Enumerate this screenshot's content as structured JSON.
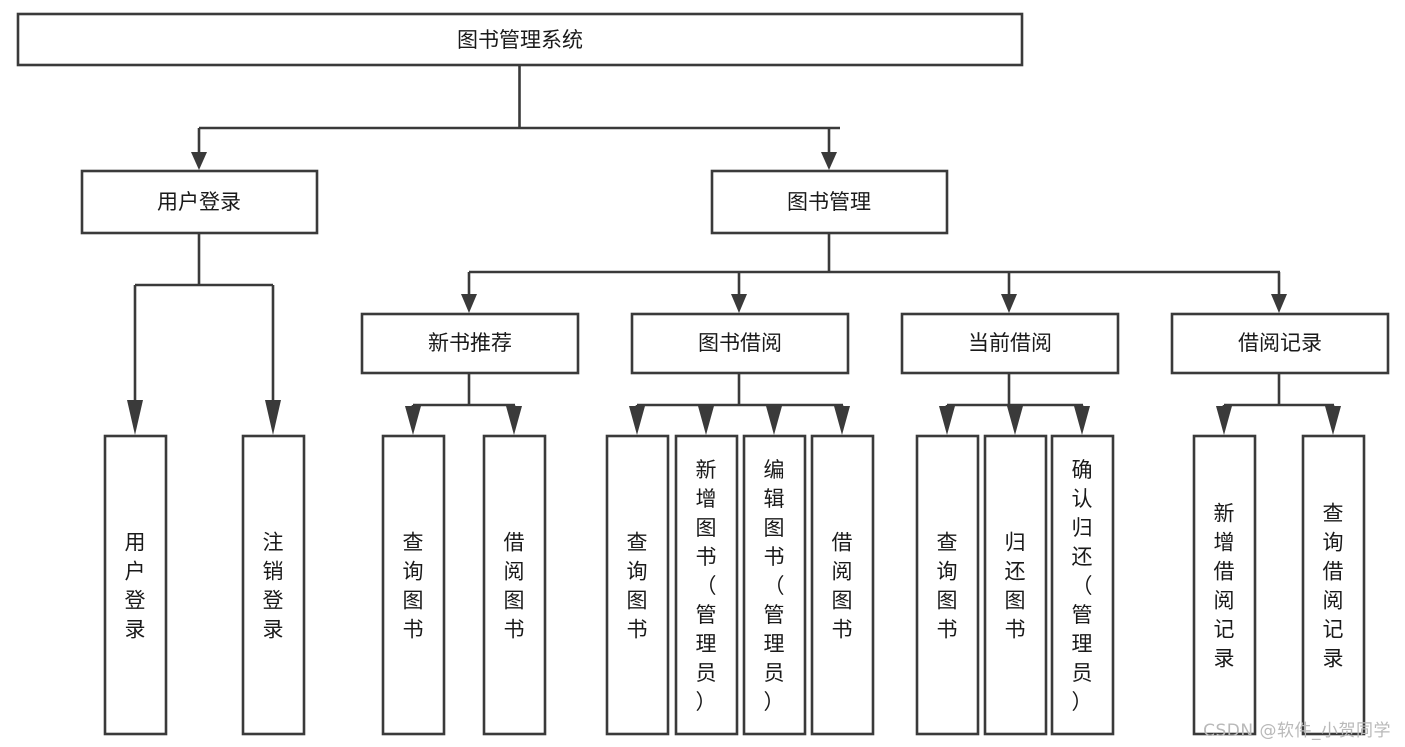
{
  "diagram": {
    "title": "图书管理系统",
    "type": "hierarchy-tree",
    "colors": {
      "stroke": "#3a3a3a",
      "box_fill": "#ffffff",
      "text": "#1a1a1a",
      "background": "#ffffff",
      "watermark": "#b9b9b9"
    },
    "levels": {
      "root": "图书管理系统",
      "level2": [
        "用户登录",
        "图书管理"
      ],
      "level3": [
        "新书推荐",
        "图书借阅",
        "当前借阅",
        "借阅记录"
      ]
    },
    "nodes": {
      "root": {
        "label": "图书管理系统",
        "orientation": "horizontal"
      },
      "user_login": {
        "label": "用户登录",
        "orientation": "horizontal"
      },
      "book_manage": {
        "label": "图书管理",
        "orientation": "horizontal"
      },
      "new_book_rec": {
        "label": "新书推荐",
        "orientation": "horizontal"
      },
      "book_borrow": {
        "label": "图书借阅",
        "orientation": "horizontal"
      },
      "current_borrow": {
        "label": "当前借阅",
        "orientation": "horizontal"
      },
      "borrow_record": {
        "label": "借阅记录",
        "orientation": "horizontal"
      },
      "leaf_1": {
        "label": "用户登录",
        "orientation": "vertical"
      },
      "leaf_2": {
        "label": "注销登录",
        "orientation": "vertical"
      },
      "leaf_3": {
        "label": "查询图书",
        "orientation": "vertical"
      },
      "leaf_4": {
        "label": "借阅图书",
        "orientation": "vertical"
      },
      "leaf_5": {
        "label": "查询图书",
        "orientation": "vertical"
      },
      "leaf_6": {
        "label": "新增图书（管理员）",
        "orientation": "vertical"
      },
      "leaf_7": {
        "label": "编辑图书（管理员）",
        "orientation": "vertical"
      },
      "leaf_8": {
        "label": "借阅图书",
        "orientation": "vertical"
      },
      "leaf_9": {
        "label": "查询图书",
        "orientation": "vertical"
      },
      "leaf_10": {
        "label": "归还图书",
        "orientation": "vertical"
      },
      "leaf_11": {
        "label": "确认归还（管理员）",
        "orientation": "vertical"
      },
      "leaf_12": {
        "label": "新增借阅记录",
        "orientation": "vertical"
      },
      "leaf_13": {
        "label": "查询借阅记录",
        "orientation": "vertical"
      }
    },
    "edges": [
      {
        "from": "root",
        "to": "user_login"
      },
      {
        "from": "root",
        "to": "book_manage"
      },
      {
        "from": "user_login",
        "to": "leaf_1"
      },
      {
        "from": "user_login",
        "to": "leaf_2"
      },
      {
        "from": "book_manage",
        "to": "new_book_rec"
      },
      {
        "from": "book_manage",
        "to": "book_borrow"
      },
      {
        "from": "book_manage",
        "to": "current_borrow"
      },
      {
        "from": "book_manage",
        "to": "borrow_record"
      },
      {
        "from": "new_book_rec",
        "to": "leaf_3"
      },
      {
        "from": "new_book_rec",
        "to": "leaf_4"
      },
      {
        "from": "book_borrow",
        "to": "leaf_5"
      },
      {
        "from": "book_borrow",
        "to": "leaf_6"
      },
      {
        "from": "book_borrow",
        "to": "leaf_7"
      },
      {
        "from": "book_borrow",
        "to": "leaf_8"
      },
      {
        "from": "current_borrow",
        "to": "leaf_9"
      },
      {
        "from": "current_borrow",
        "to": "leaf_10"
      },
      {
        "from": "current_borrow",
        "to": "leaf_11"
      },
      {
        "from": "borrow_record",
        "to": "leaf_12"
      },
      {
        "from": "borrow_record",
        "to": "leaf_13"
      }
    ]
  },
  "watermark": {
    "text": "CSDN @软件_小贺同学"
  }
}
